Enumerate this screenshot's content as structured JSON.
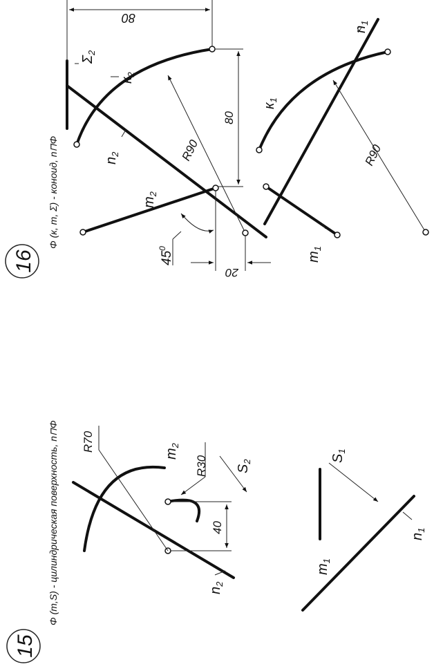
{
  "problems": [
    {
      "number": "15",
      "caption": "Φ (m,S) - цилиндрическая поверхность, n⊓Φ",
      "labels": {
        "R70": "R70",
        "R30": "R30",
        "d40": "40",
        "m2": "m",
        "m2_sub": "2",
        "n2": "n",
        "n2_sub": "2",
        "S2": "S",
        "S2_sub": "2",
        "m1": "m",
        "m1_sub": "1",
        "S1": "S",
        "S1_sub": "1",
        "n1": "n",
        "n1_sub": "1"
      }
    },
    {
      "number": "16",
      "caption": "Φ (к, m, Σ) - коноид, n⊓Φ",
      "labels": {
        "d80top": "80",
        "d80": "80",
        "d20": "20",
        "R90a": "R90",
        "R90b": "R90",
        "a45": "45",
        "a45_sup": "0",
        "Sigma2": "Σ",
        "Sigma2_sub": "2",
        "k2": "к",
        "k2_sub": "2",
        "n2": "n",
        "n2_sub": "2",
        "m2": "m",
        "m2_sub": "2",
        "n1": "n",
        "n1_sub": "1",
        "k1": "к",
        "k1_sub": "1",
        "m1": "m",
        "m1_sub": "1"
      }
    }
  ]
}
